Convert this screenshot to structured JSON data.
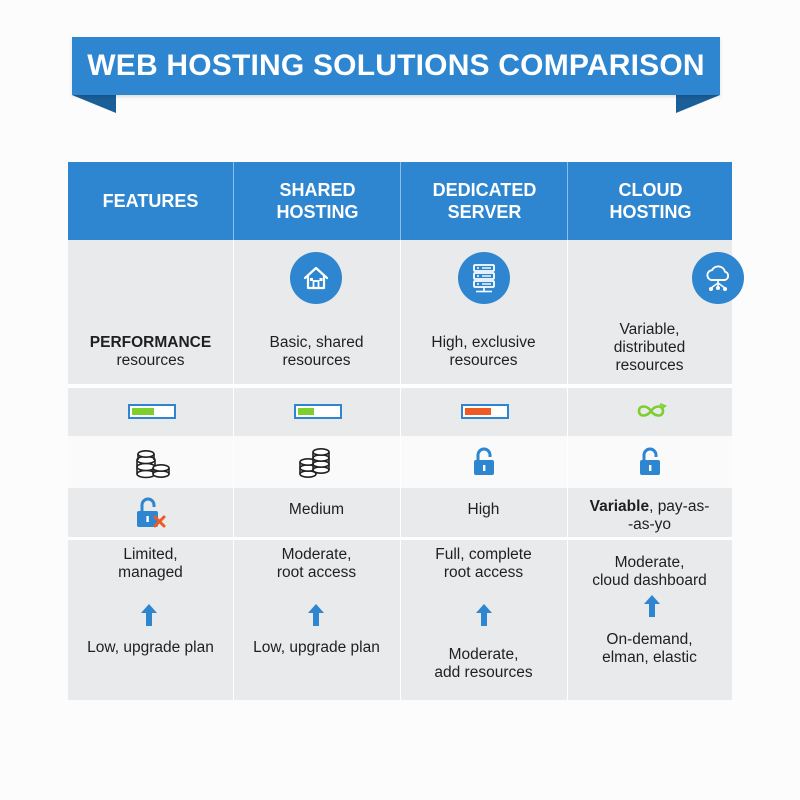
{
  "title": "WEB HOSTING SOLUTIONS COMPARISON",
  "colors": {
    "primary": "#2d86cf",
    "dark_fold": "#1a5f98",
    "green": "#7ccf2e",
    "orange": "#ef5a24"
  },
  "headers": [
    "FEATURES",
    "SHARED\nHOSTING",
    "DEDICATED\nSERVER",
    "CLOUD\nHOSTING"
  ],
  "icons": {
    "shared": "house-icon",
    "dedicated": "server-rack-icon",
    "cloud": "cloud-network-icon"
  },
  "rows": {
    "performance": {
      "label_bold": "PERFORMANCE",
      "label_sub": "resources",
      "shared": "Basic, shared\nresources",
      "dedicated": "High, exclusive\nresources",
      "cloud": "Variable,\ndistributed\nresources"
    },
    "levels": {
      "features_fill": 0.55,
      "shared_fill": 0.4,
      "dedicated_fill": 0.65,
      "cloud_icon": "infinity-icon"
    },
    "cost_icons": [
      "coins-icon",
      "coins-icon",
      "unlock-icon",
      "unlock-icon"
    ],
    "security": {
      "features_icon": "unlock-x-icon",
      "shared": "Medium",
      "dedicated": "High",
      "cloud_bold": "Variable",
      "cloud_rest": ", pay-as-\n-as-yo"
    },
    "control": {
      "features": "Limited,\nmanaged",
      "shared": "Moderate,\nroot access",
      "dedicated": "Full, complete\nroot access",
      "cloud": "Moderate,\ncloud dashboard"
    },
    "scalability": {
      "features": "Low, upgrade plan",
      "shared": "Low, upgrade plan",
      "dedicated": "Moderate,\nadd resources",
      "cloud": "On-demand,\nelman, elastic"
    }
  }
}
